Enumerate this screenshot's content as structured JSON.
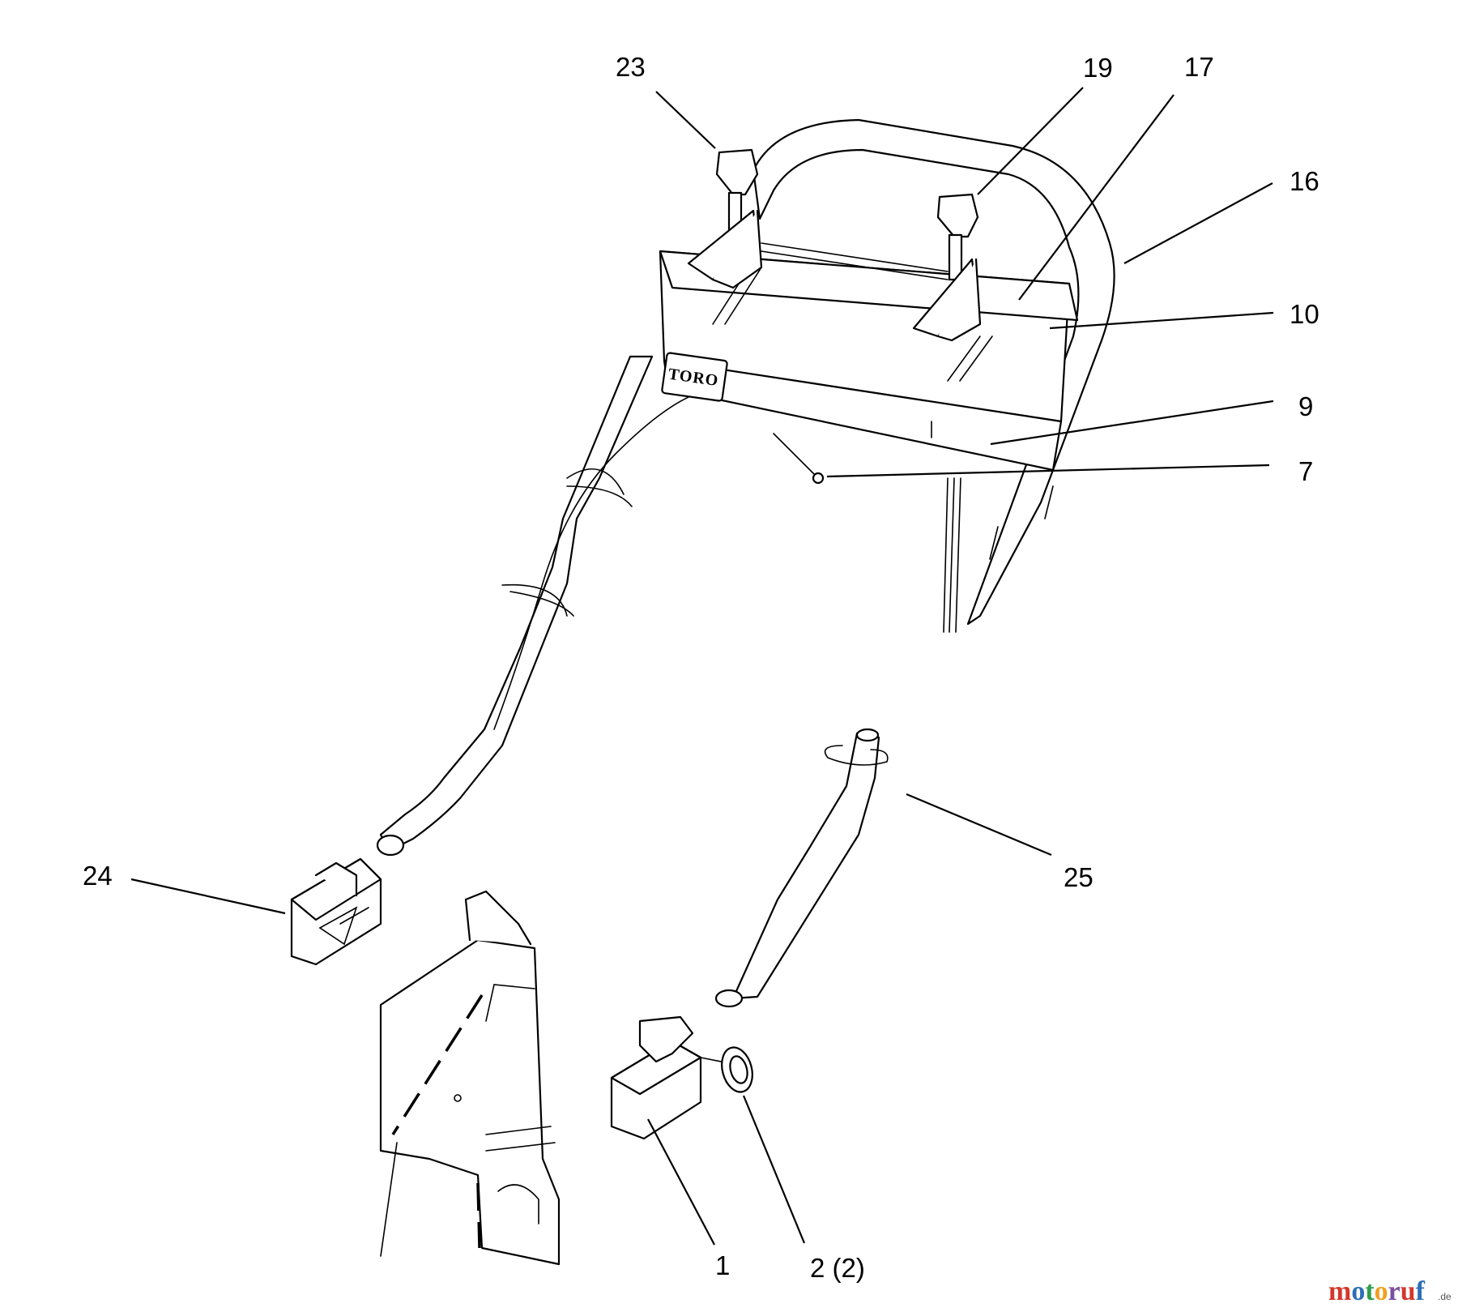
{
  "callouts": [
    {
      "id": "c23",
      "label": "23"
    },
    {
      "id": "c19",
      "label": "19"
    },
    {
      "id": "c17",
      "label": "17"
    },
    {
      "id": "c16",
      "label": "16"
    },
    {
      "id": "c10",
      "label": "10"
    },
    {
      "id": "c9",
      "label": "9"
    },
    {
      "id": "c7",
      "label": "7"
    },
    {
      "id": "c24",
      "label": "24"
    },
    {
      "id": "c25",
      "label": "25"
    },
    {
      "id": "c1",
      "label": "1"
    },
    {
      "id": "c2",
      "label": "2 (2)"
    }
  ],
  "console_logo": "TORO",
  "watermark": {
    "text": "motoruf",
    "suffix": ".de",
    "colors": [
      "#d4372c",
      "#2e6fb5",
      "#2e9e4a",
      "#f0a020",
      "#7a4fa0"
    ]
  }
}
